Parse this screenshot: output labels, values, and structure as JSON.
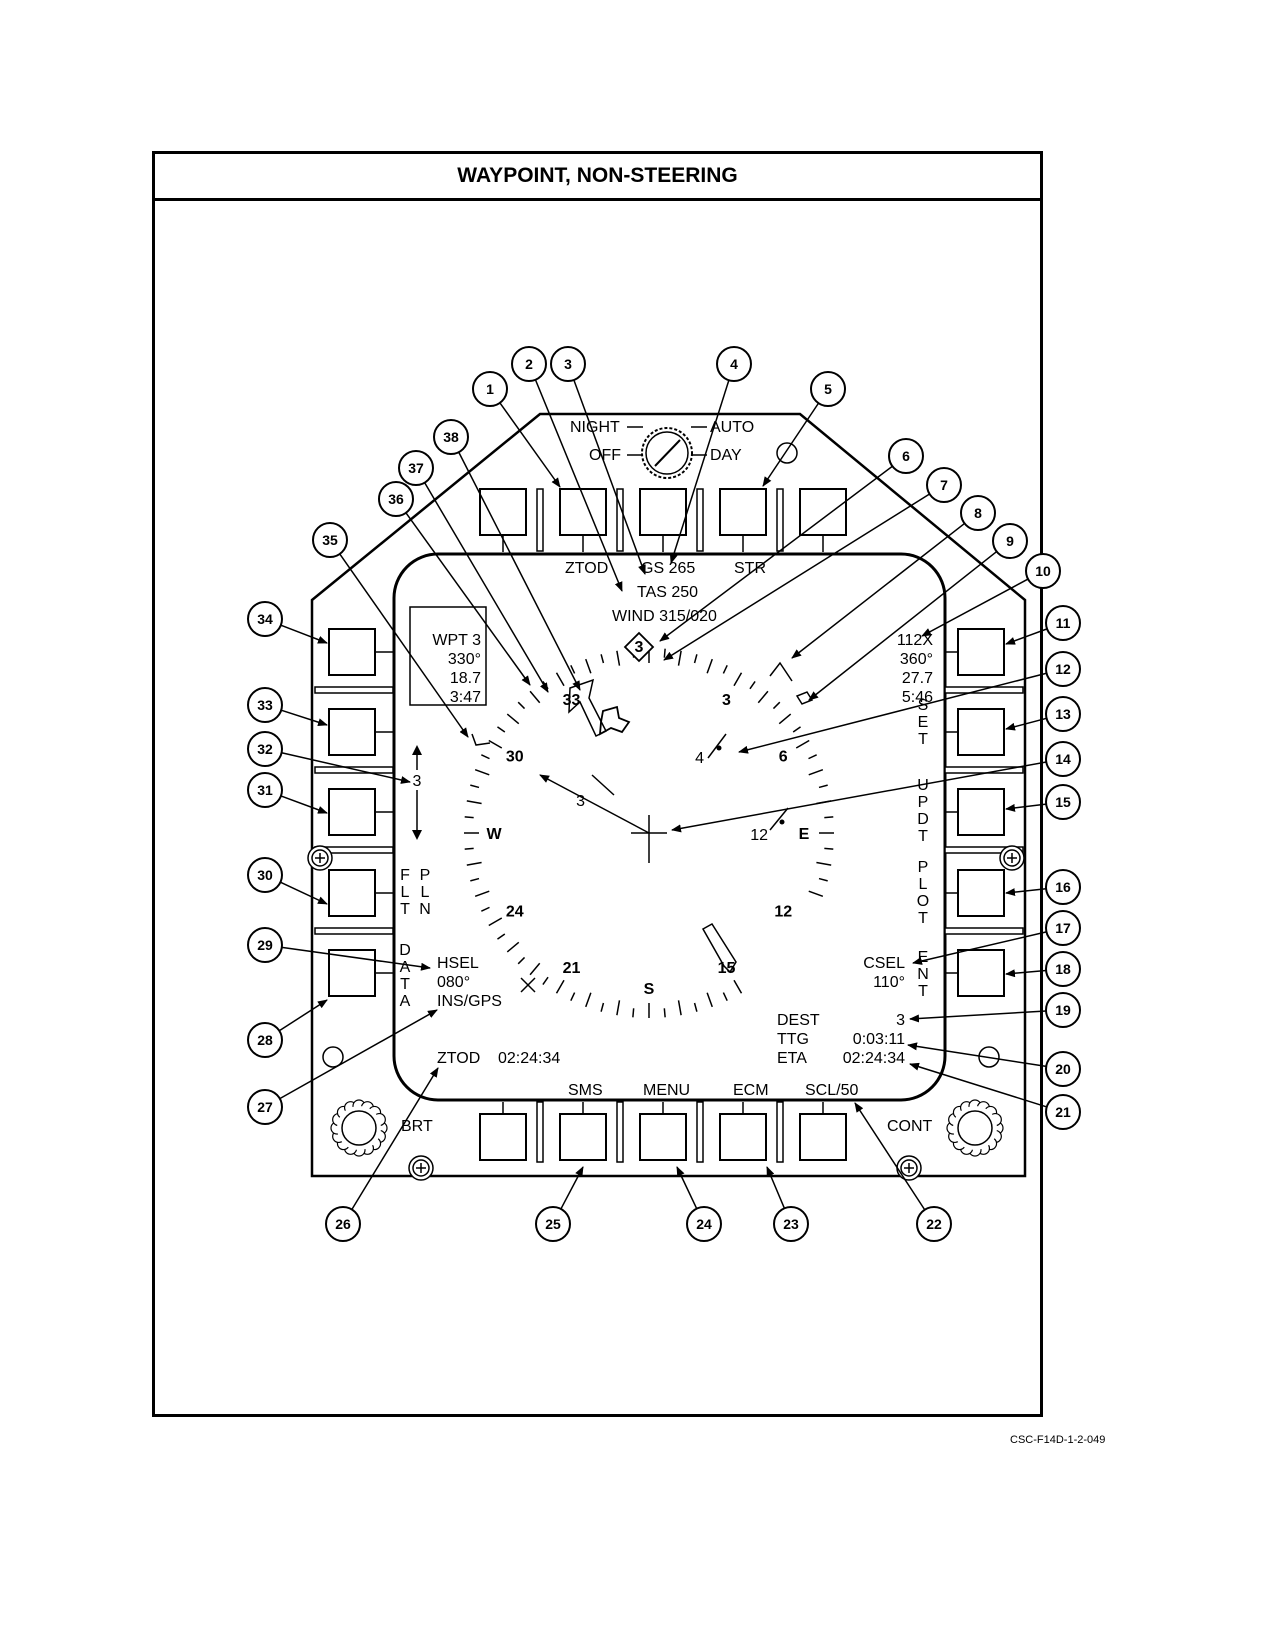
{
  "title": "WAYPOINT, NON-STEERING",
  "figure_id": "CSC-F14D-1-2-049",
  "mode_knob": {
    "night": "NIGHT",
    "off": "OFF",
    "auto": "AUTO",
    "day": "DAY"
  },
  "top_options": {
    "ztod": "ZTOD",
    "gs": "GS 265",
    "tas": "TAS 250",
    "wind": "WIND 315/020",
    "str": "STR"
  },
  "bottom_options": {
    "sms": "SMS",
    "menu": "MENU",
    "ecm": "ECM",
    "scl": "SCL/50"
  },
  "left_options": {
    "flt": "FLT",
    "pln": "PLN",
    "data": "DATA"
  },
  "right_options": {
    "set": "SET",
    "updt": "UPDT",
    "plot": "PLOT",
    "ent": "ENT"
  },
  "waypoint_box": {
    "label": "WPT 3",
    "bearing": "330°",
    "range": "18.7",
    "time": "3:47"
  },
  "tacan_readout": {
    "label": "112X",
    "bearing": "360°",
    "range": "27.7",
    "time": "5:46"
  },
  "hsel": {
    "label": "HSEL",
    "value": "080°",
    "source": "INS/GPS"
  },
  "csel": {
    "label": "CSEL",
    "value": "110°"
  },
  "dest_block": {
    "dest_label": "DEST",
    "dest_value": "3",
    "ttg_label": "TTG",
    "ttg_value": "0:03:11",
    "eta_label": "ETA",
    "eta_value": "02:24:34"
  },
  "ztod_block": {
    "label": "ZTOD",
    "value": "02:24:34"
  },
  "scale_marker": "3",
  "brt_label": "BRT",
  "cont_label": "CONT",
  "compass_labels": [
    "3",
    "6",
    "E",
    "12",
    "15",
    "S",
    "21",
    "24",
    "W",
    "30",
    "33"
  ],
  "waypoint_symbols": [
    "3",
    "4",
    "12"
  ],
  "diamond_label": "3",
  "callouts": [
    "1",
    "2",
    "3",
    "4",
    "5",
    "6",
    "7",
    "8",
    "9",
    "10",
    "11",
    "12",
    "13",
    "14",
    "15",
    "16",
    "17",
    "18",
    "19",
    "20",
    "21",
    "22",
    "23",
    "24",
    "25",
    "26",
    "27",
    "28",
    "29",
    "30",
    "31",
    "32",
    "33",
    "34",
    "35",
    "36",
    "37",
    "38"
  ]
}
